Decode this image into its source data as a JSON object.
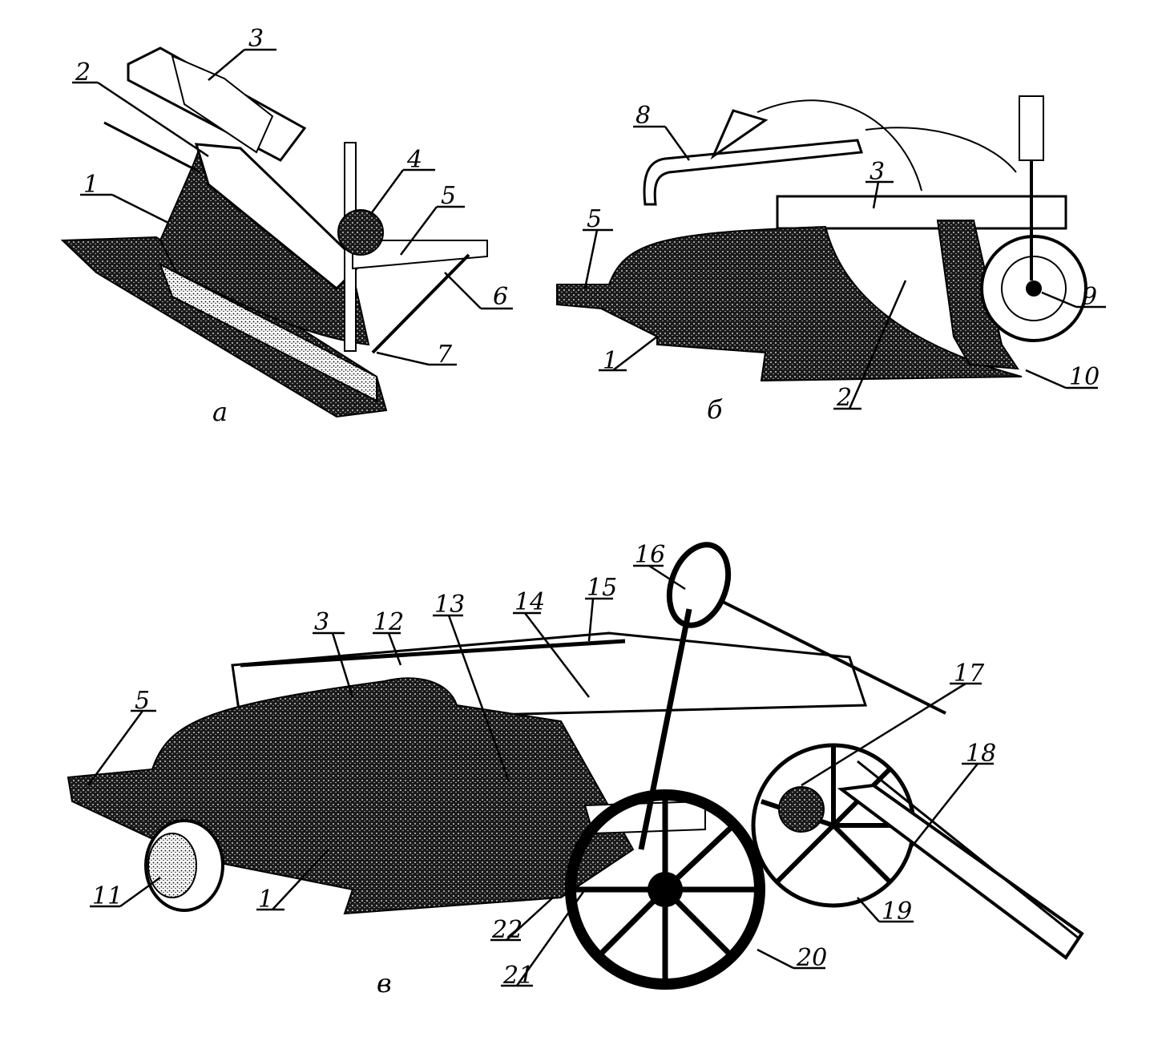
{
  "panels": [
    {
      "id": "a",
      "caption": "а",
      "labels": [
        "1",
        "2",
        "3",
        "4",
        "5",
        "6",
        "7"
      ]
    },
    {
      "id": "b",
      "caption": "б",
      "labels": [
        "1",
        "2",
        "3",
        "5",
        "8",
        "9",
        "10"
      ]
    },
    {
      "id": "v",
      "caption": "в",
      "labels": [
        "1",
        "3",
        "5",
        "11",
        "12",
        "13",
        "14",
        "15",
        "16",
        "17",
        "18",
        "19",
        "20",
        "21",
        "22"
      ]
    }
  ],
  "colors": {
    "ink": "#000000",
    "paper": "#ffffff",
    "shade": "#2a2a2a"
  }
}
